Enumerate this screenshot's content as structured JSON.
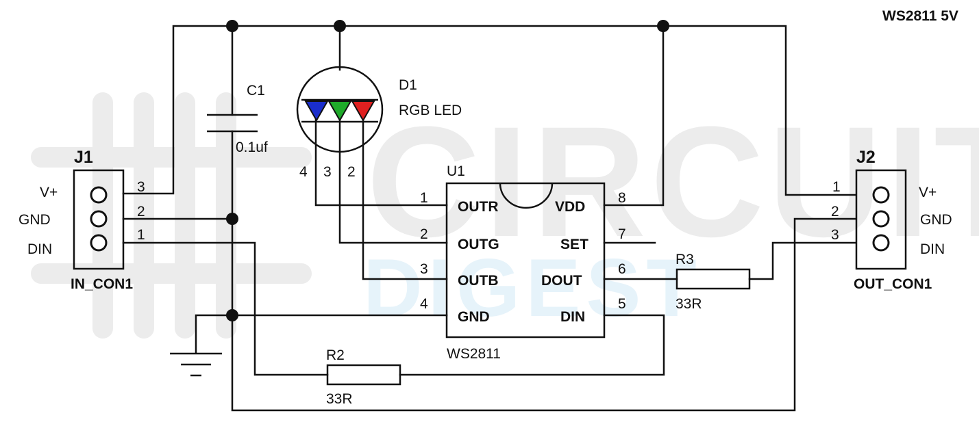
{
  "title": "WS2811 5V",
  "watermark": {
    "line1": "CIRCUIT",
    "line2": "DIGEST"
  },
  "connector_in": {
    "ref": "J1",
    "name": "IN_CON1",
    "pins": [
      {
        "num": "3",
        "label": "V+"
      },
      {
        "num": "2",
        "label": "GND"
      },
      {
        "num": "1",
        "label": "DIN"
      }
    ]
  },
  "connector_out": {
    "ref": "J2",
    "name": "OUT_CON1",
    "pins": [
      {
        "num": "1",
        "label": "V+"
      },
      {
        "num": "2",
        "label": "GND"
      },
      {
        "num": "3",
        "label": "DIN"
      }
    ]
  },
  "capacitor": {
    "ref": "C1",
    "value": "0.1uf"
  },
  "led": {
    "ref": "D1",
    "name": "RGB LED",
    "pins": [
      "4",
      "3",
      "2"
    ],
    "colors": [
      "#1a2ecc",
      "#1faa2a",
      "#e02020"
    ]
  },
  "ic": {
    "ref": "U1",
    "name": "WS2811",
    "left_pins": [
      {
        "num": "1",
        "label": "OUTR"
      },
      {
        "num": "2",
        "label": "OUTG"
      },
      {
        "num": "3",
        "label": "OUTB"
      },
      {
        "num": "4",
        "label": "GND"
      }
    ],
    "right_pins": [
      {
        "num": "8",
        "label": "VDD"
      },
      {
        "num": "7",
        "label": "SET"
      },
      {
        "num": "6",
        "label": "DOUT"
      },
      {
        "num": "5",
        "label": "DIN"
      }
    ]
  },
  "resistor_r2": {
    "ref": "R2",
    "value": "33R"
  },
  "resistor_r3": {
    "ref": "R3",
    "value": "33R"
  },
  "colors": {
    "wire": "#111111",
    "watermark": "#ececec",
    "watermark_blue": "#e6f3fa"
  }
}
